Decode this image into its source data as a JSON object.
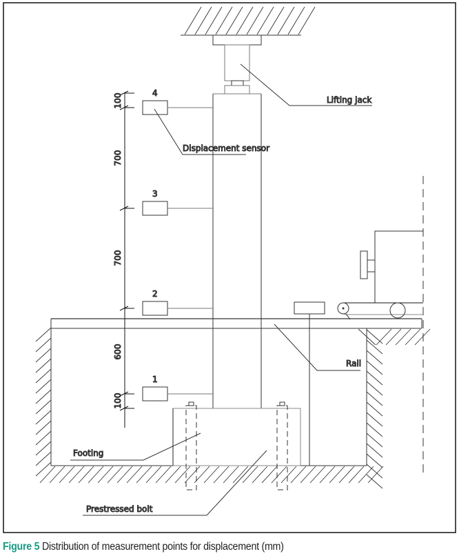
{
  "labels": {
    "lifting_jack": "Lifting jack",
    "displacement_sensor": "Displacement sensor",
    "rail": "Rail",
    "footing": "Footing",
    "prestressed_bolt": "Prestressed bolt"
  },
  "sensors": [
    "1",
    "2",
    "3",
    "4"
  ],
  "dimensions": [
    "100",
    "700",
    "700",
    "600",
    "100"
  ],
  "caption": {
    "figure_label": "Figure 5",
    "text": " Distribution of measurement points for displacement (mm)"
  },
  "colors": {
    "figure_label": "#1a9a86",
    "line": "#333333"
  }
}
